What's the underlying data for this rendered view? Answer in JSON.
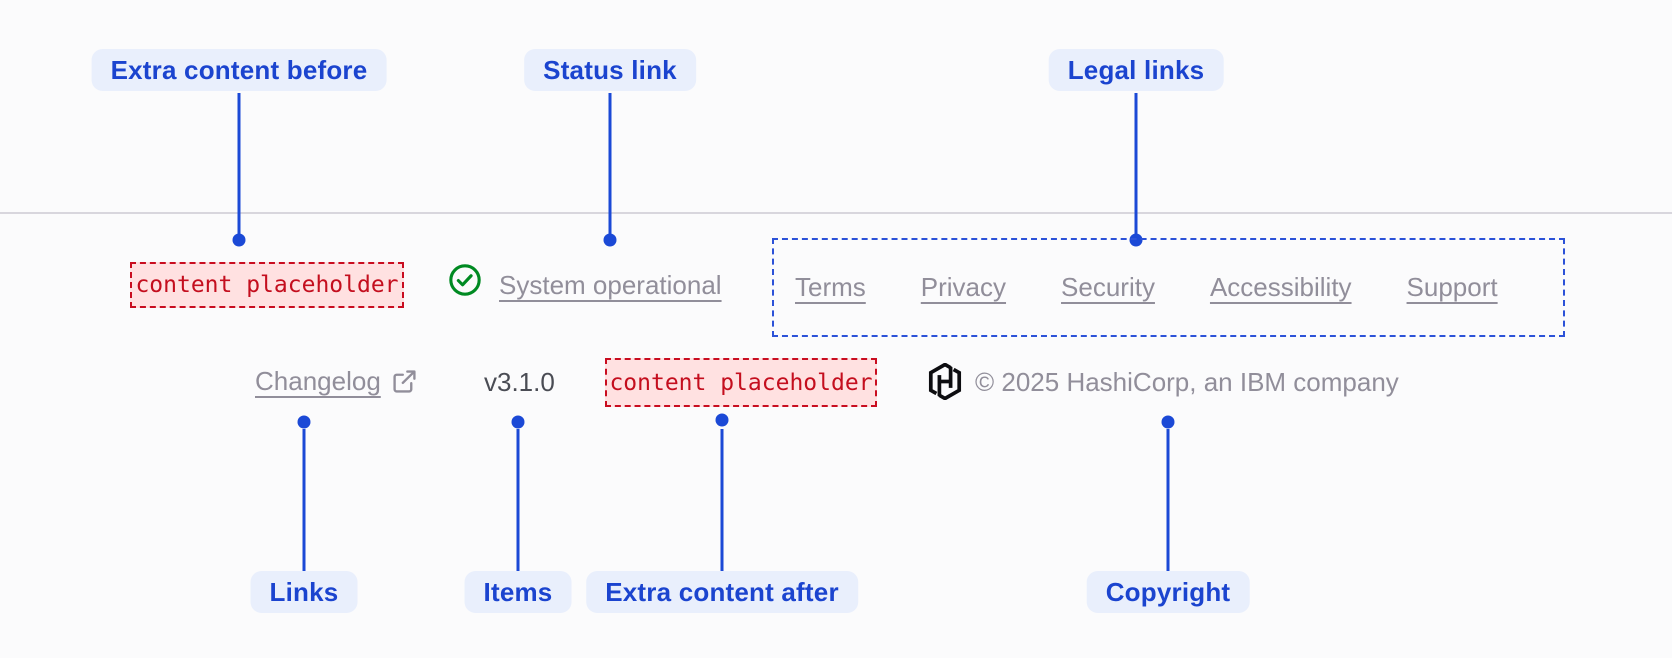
{
  "callouts": {
    "extra_before": "Extra content before",
    "status_link": "Status link",
    "legal_links": "Legal links",
    "links": "Links",
    "items": "Items",
    "extra_after": "Extra content after",
    "copyright": "Copyright"
  },
  "footer": {
    "extra_content_before": "content placeholder",
    "status": "System operational",
    "legal_links": [
      "Terms",
      "Privacy",
      "Security",
      "Accessibility",
      "Support"
    ],
    "changelog": "Changelog",
    "version": "v3.1.0",
    "extra_content_after": "content placeholder",
    "copyright": "© 2025 HashiCorp, an IBM company"
  },
  "colors": {
    "accent_blue": "#1b49d6",
    "pill_text": "#1b44cf",
    "pill_bg": "#e9effc",
    "muted_link_gray": "#918e9a",
    "success_green": "#008a22",
    "placeholder_red": "#c40e1e",
    "placeholder_pink": "#ffe1e1",
    "divider_gray": "#d8d6dd"
  }
}
